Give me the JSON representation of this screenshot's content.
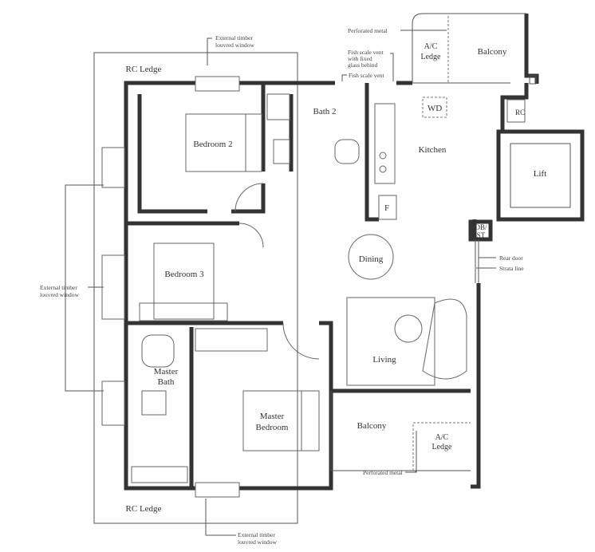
{
  "title": "Apartment floor plan",
  "rooms": {
    "bedroom2": "Bedroom 2",
    "bath2": "Bath 2",
    "kitchen": "Kitchen",
    "wd": "WD",
    "rc": "RC",
    "lift": "Lift",
    "f": "F",
    "db_st": [
      "DB/",
      "ST"
    ],
    "dining": "Dining",
    "bedroom3": "Bedroom 3",
    "living": "Living",
    "master_bath": [
      "Master",
      "Bath"
    ],
    "master_bedroom": [
      "Master",
      "Bedroom"
    ],
    "balcony_bottom": "Balcony",
    "ac_ledge_bottom": [
      "A/C",
      "Ledge"
    ],
    "balcony_top": "Balcony",
    "ac_ledge_top": [
      "A/C",
      "Ledge"
    ],
    "rc_ledge_top": "RC Ledge",
    "rc_ledge_bottom": "RC Ledge"
  },
  "annotations": {
    "window_top": [
      "External timber",
      "louvred window"
    ],
    "window_left": [
      "External timber",
      "louvred window"
    ],
    "window_bottom": [
      "External timber",
      "louvred window"
    ],
    "perforated_metal_top": "Perforated metal",
    "fish_scale_fixed": [
      "Fish scale vent",
      "with fixed",
      "glass behind"
    ],
    "fish_scale": "Fish scale vent",
    "rear_door": "Rear door",
    "strata_line": "Strata line",
    "perforated_metal_bottom": "Perforated metal"
  }
}
